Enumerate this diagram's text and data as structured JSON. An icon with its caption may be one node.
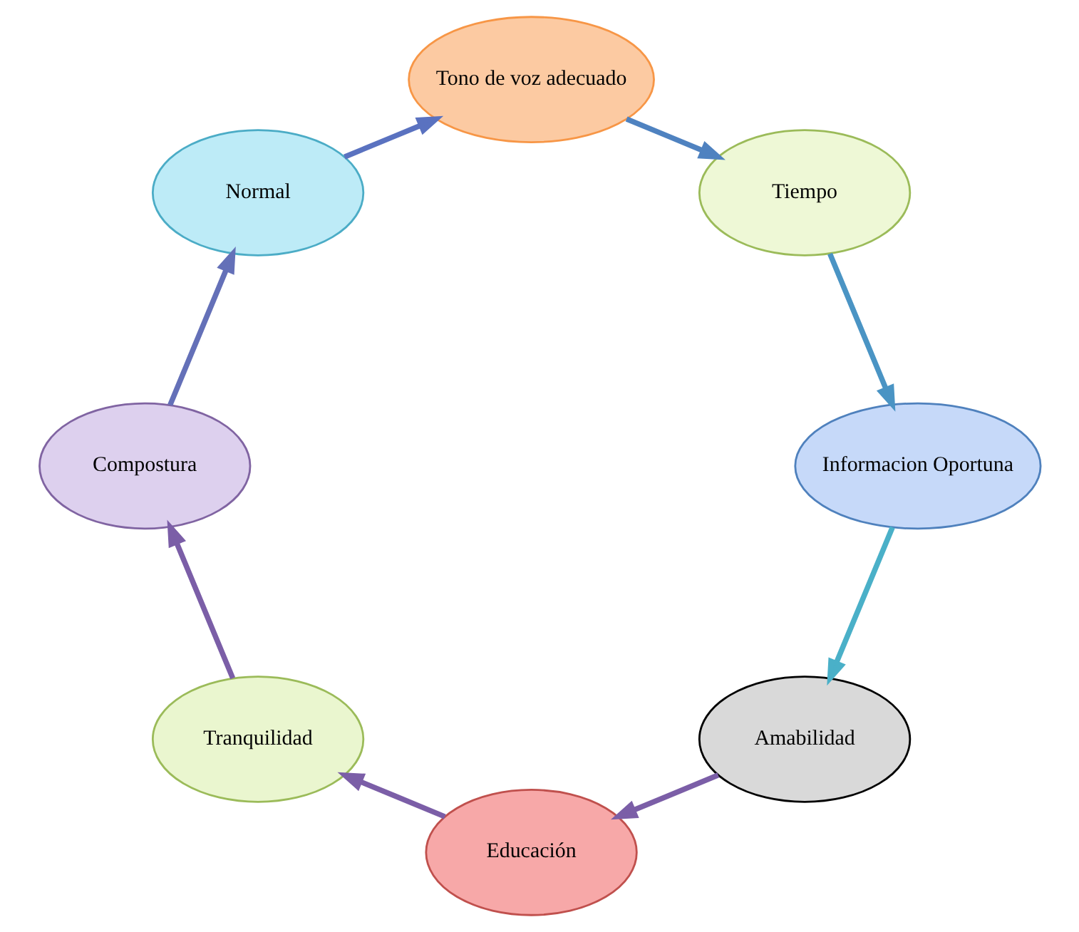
{
  "diagram": {
    "nodes": [
      {
        "text": [
          "Amabilidad"
        ]
      },
      {
        "text": [
          "Educación"
        ]
      },
      {
        "text": [
          "Tranquilidad"
        ]
      },
      {
        "text": [
          "Compostura"
        ]
      },
      {
        "text": [
          "Normal"
        ]
      },
      {
        "text": [
          "Tono de voz adecuado"
        ]
      },
      {
        "text": [
          "Tiempo"
        ]
      },
      {
        "text": [
          "Informacion Oportuna"
        ]
      }
    ],
    "edges": [
      {
        "from": 0,
        "to": 1,
        "arrow": "to"
      },
      {
        "from": 1,
        "to": 2,
        "arrow": "to"
      },
      {
        "from": 2,
        "to": 3,
        "arrow": "to"
      },
      {
        "from": 3,
        "to": 4,
        "arrow": "to",
        "color": "#6470b8"
      },
      {
        "from": 4,
        "to": 5,
        "arrow": "to",
        "color": "#5a72c0"
      },
      {
        "from": 5,
        "to": 6,
        "arrow": "to",
        "color": "#4f82c0"
      },
      {
        "from": 6,
        "to": 7,
        "arrow": "to",
        "color": "#4a94c4"
      },
      {
        "from": 7,
        "to": 0,
        "arrow": "to",
        "color": "#4ab0c8"
      }
    ]
  }
}
